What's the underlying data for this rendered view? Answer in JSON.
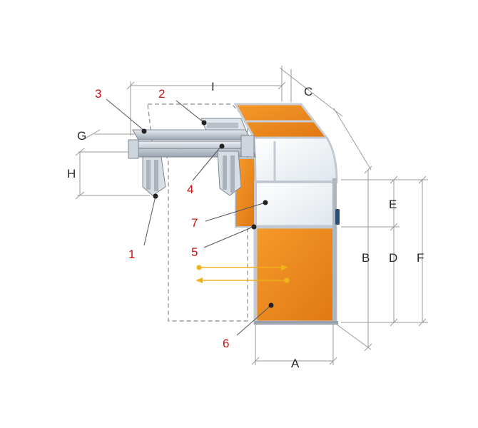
{
  "dimension_labels": {
    "a": "A",
    "b": "B",
    "c": "C",
    "d": "D",
    "e": "E",
    "f": "F",
    "g": "G",
    "h": "H",
    "i": "I"
  },
  "callouts": {
    "c1": "1",
    "c2": "2",
    "c3": "3",
    "c4": "4",
    "c5": "5",
    "c6": "6",
    "c7": "7"
  },
  "colors": {
    "orange_panel": "#f08a1c",
    "frame": "#c9ced6",
    "dimension_line": "#9a9a9a",
    "callout_text": "#cc1111",
    "flow_arrow": "#f2b21a"
  },
  "icons": {
    "flow_in": "arrow-right-icon",
    "flow_out": "arrow-left-icon"
  }
}
